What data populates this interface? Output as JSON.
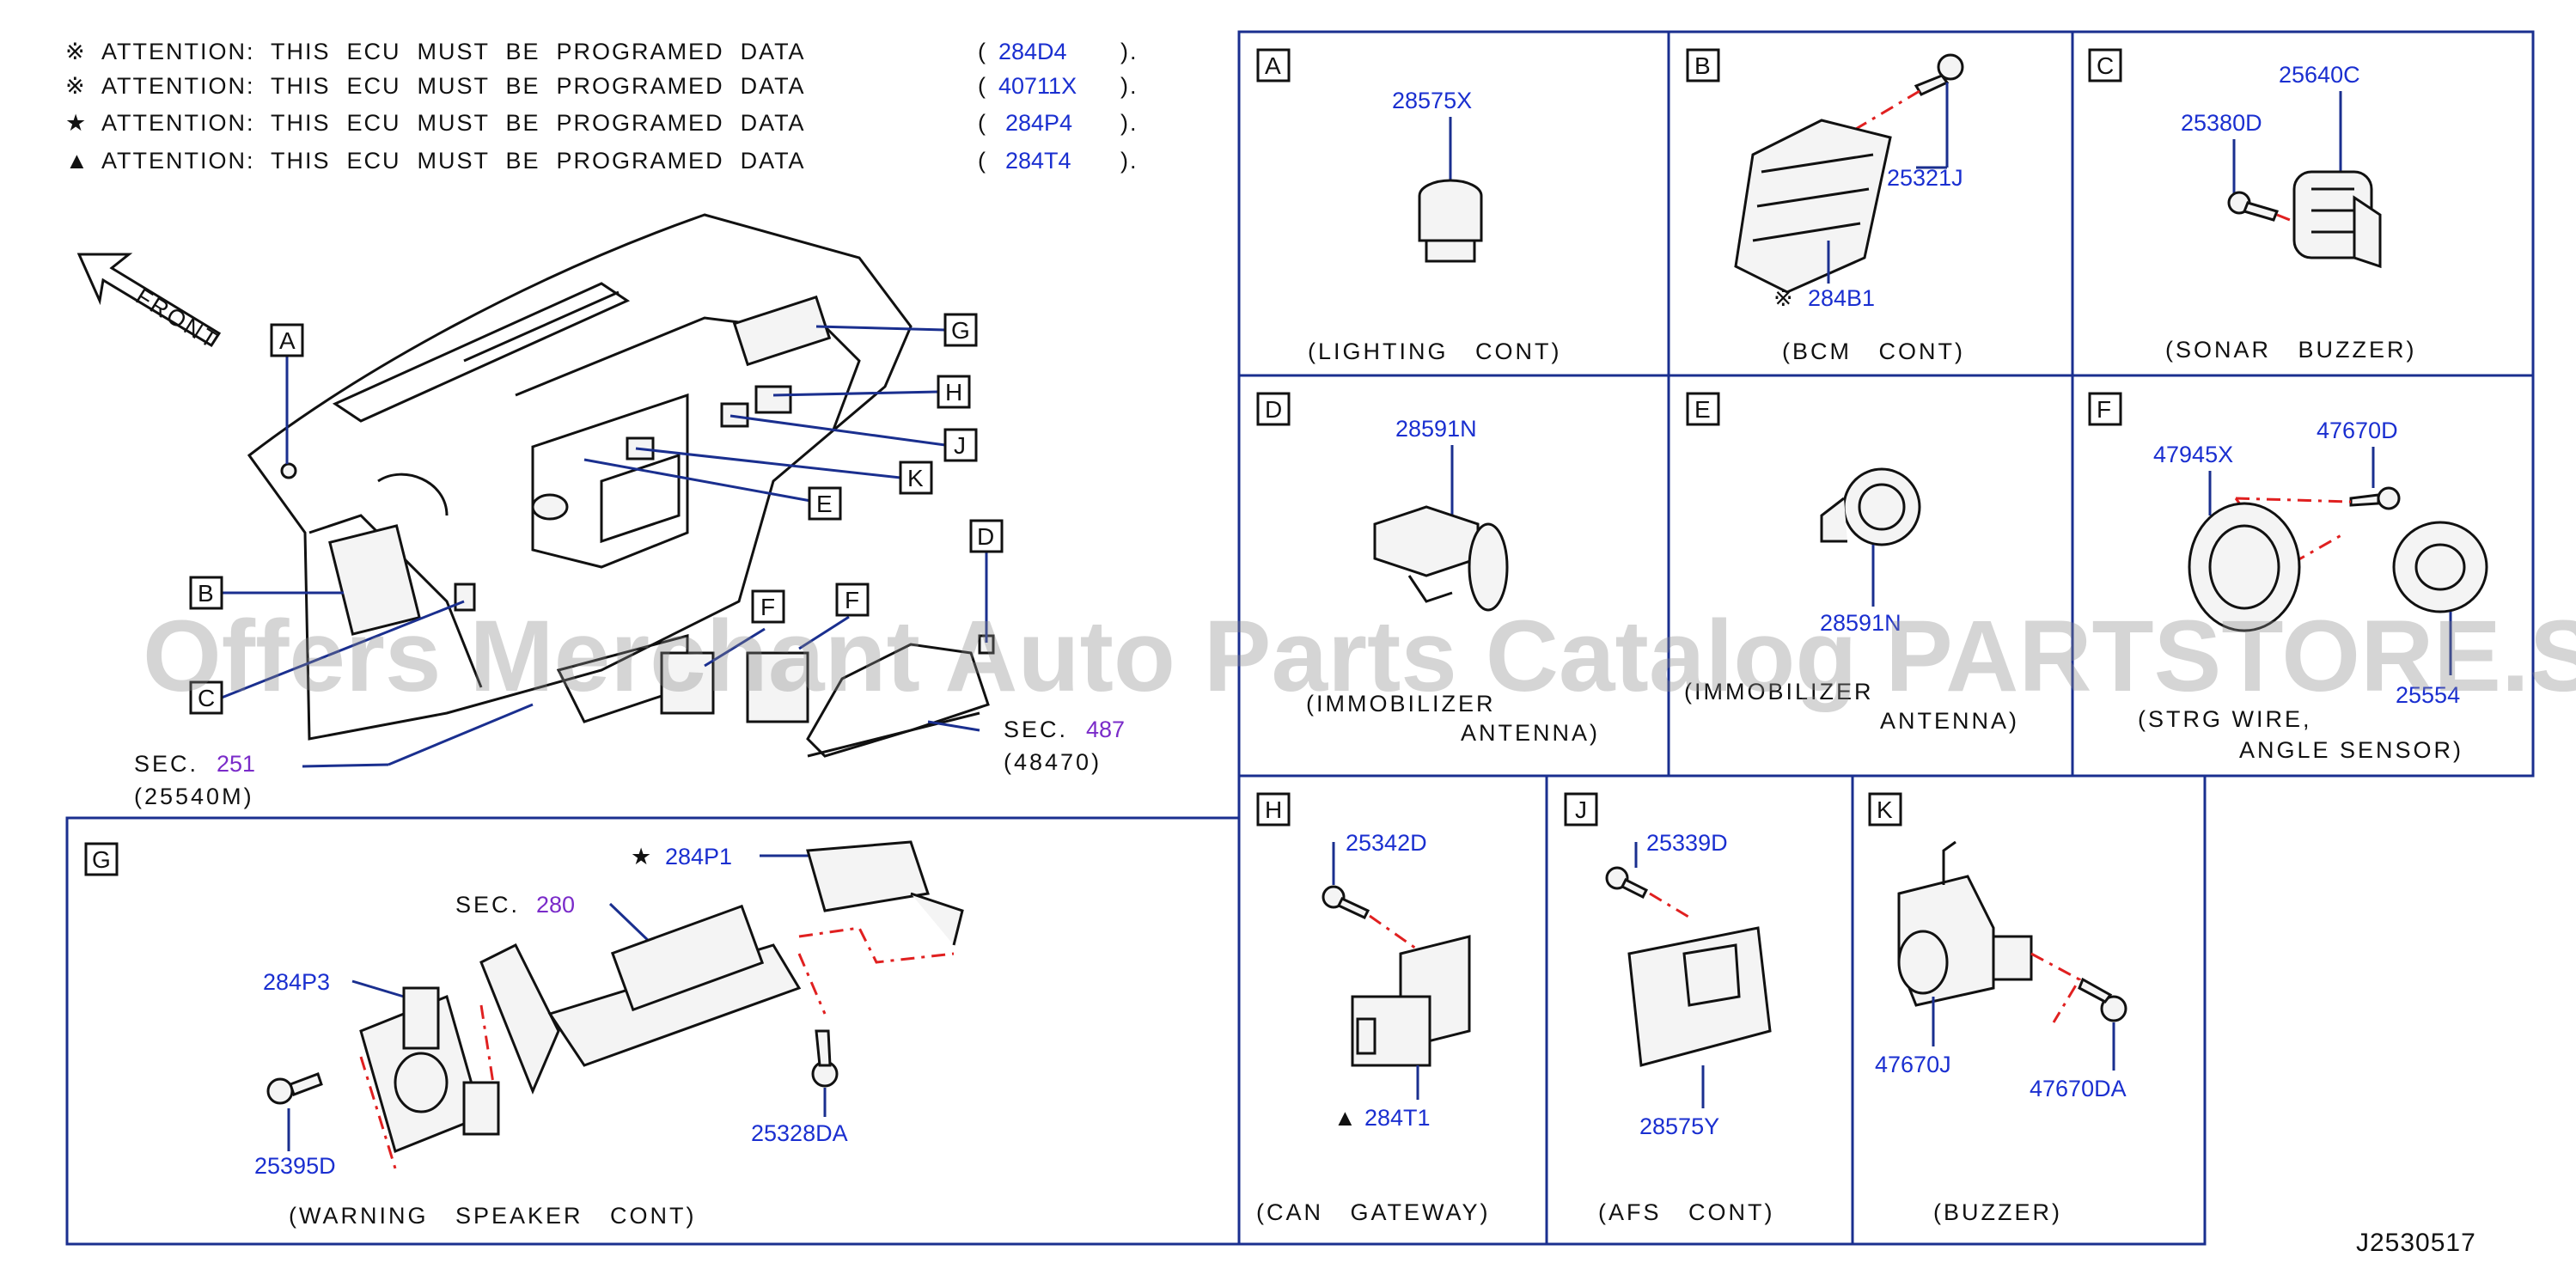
{
  "attention": [
    {
      "mark": "※",
      "text": "ATTENTION:  THIS  ECU  MUST  BE  PROGRAMED  DATA",
      "open": "(",
      "code": "284D4",
      "close": ")."
    },
    {
      "mark": "※",
      "text": "ATTENTION:  THIS  ECU  MUST  BE  PROGRAMED  DATA",
      "open": "(",
      "code": "40711X",
      "close": ")."
    },
    {
      "mark": "★",
      "text": "ATTENTION:  THIS  ECU  MUST  BE  PROGRAMED  DATA",
      "open": "(",
      "code": "284P4",
      "close": ")."
    },
    {
      "mark": "▲",
      "text": "ATTENTION:  THIS  ECU  MUST  BE  PROGRAMED  DATA",
      "open": "(",
      "code": "284T4",
      "close": ")."
    }
  ],
  "overview": {
    "front_label": "FRONT",
    "callouts": [
      "A",
      "B",
      "C",
      "D",
      "E",
      "F",
      "F",
      "G",
      "H",
      "J",
      "K"
    ],
    "sec251": {
      "prefix": "SEC.",
      "num": "251",
      "sub": "(25540M)"
    },
    "sec487": {
      "prefix": "SEC.",
      "num": "487",
      "sub": "(48470)"
    }
  },
  "panels": {
    "A": {
      "letter": "A",
      "parts": [
        "28575X"
      ],
      "caption": [
        "(LIGHTING   CONT)"
      ]
    },
    "B": {
      "letter": "B",
      "parts": [
        "25321J",
        "284B1"
      ],
      "mark": "※",
      "caption": [
        "(BCM   CONT)"
      ]
    },
    "C": {
      "letter": "C",
      "parts": [
        "25640C",
        "25380D"
      ],
      "caption": [
        "(SONAR   BUZZER)"
      ]
    },
    "D": {
      "letter": "D",
      "parts": [
        "28591N"
      ],
      "caption": [
        "(IMMOBILIZER",
        "ANTENNA)"
      ]
    },
    "E": {
      "letter": "E",
      "parts": [
        "28591N"
      ],
      "caption": [
        "(IMMOBILIZER",
        "ANTENNA)"
      ]
    },
    "F": {
      "letter": "F",
      "parts": [
        "47945X",
        "47670D",
        "25554"
      ],
      "caption": [
        "(STRG   WIRE,",
        "ANGLE   SENSOR)"
      ]
    },
    "G": {
      "letter": "G",
      "parts": [
        "284P1",
        "284P3",
        "25395D",
        "25328DA"
      ],
      "mark": "★",
      "sec": {
        "prefix": "SEC.",
        "num": "280"
      },
      "caption": [
        "(WARNING   SPEAKER   CONT)"
      ]
    },
    "H": {
      "letter": "H",
      "parts": [
        "25342D",
        "284T1"
      ],
      "mark": "▲",
      "caption": [
        "(CAN   GATEWAY)"
      ]
    },
    "J": {
      "letter": "J",
      "parts": [
        "25339D",
        "28575Y"
      ],
      "caption": [
        "(AFS   CONT)"
      ]
    },
    "K": {
      "letter": "K",
      "parts": [
        "47670J",
        "47670DA"
      ],
      "caption": [
        "(BUZZER)"
      ]
    }
  },
  "watermark": "Offers Merchant Auto Parts Catalog PARTSTORE.SA",
  "diagram_id": "J2530517"
}
